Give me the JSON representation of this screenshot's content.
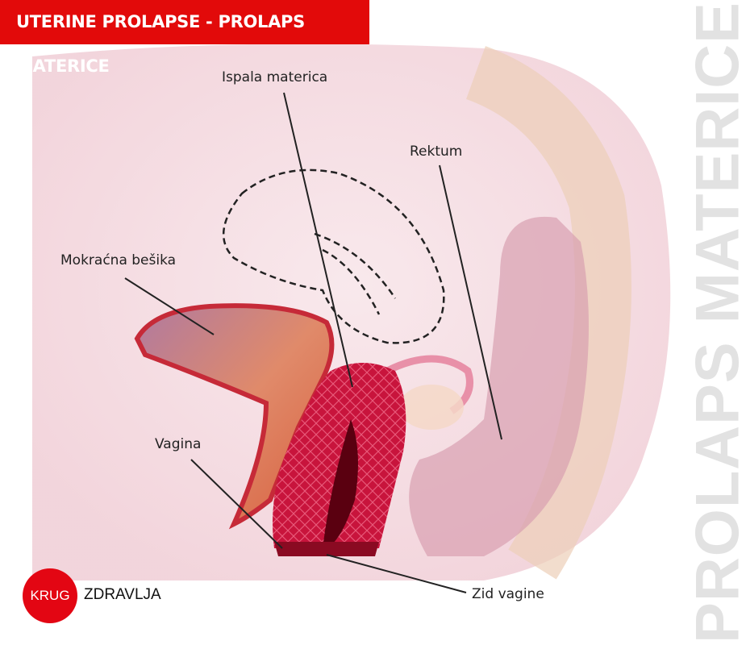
{
  "header": {
    "title": "UTERINE PROLAPSE - PROLAPS MATERICE"
  },
  "side_title": "PROLAPS MATERICE",
  "labels": {
    "uterus": "Ispala materica",
    "rectum": "Rektum",
    "bladder": "Mokraćna bešika",
    "vagina": "Vagina",
    "vaginal_wall": "Zid vagine"
  },
  "logo": {
    "circle_text": "KRUG",
    "text": "ZDRAVLJA"
  },
  "colors": {
    "brand_red": "#e20a0a",
    "side_text": "#e2e2e2",
    "uterus": "#c8143c"
  }
}
